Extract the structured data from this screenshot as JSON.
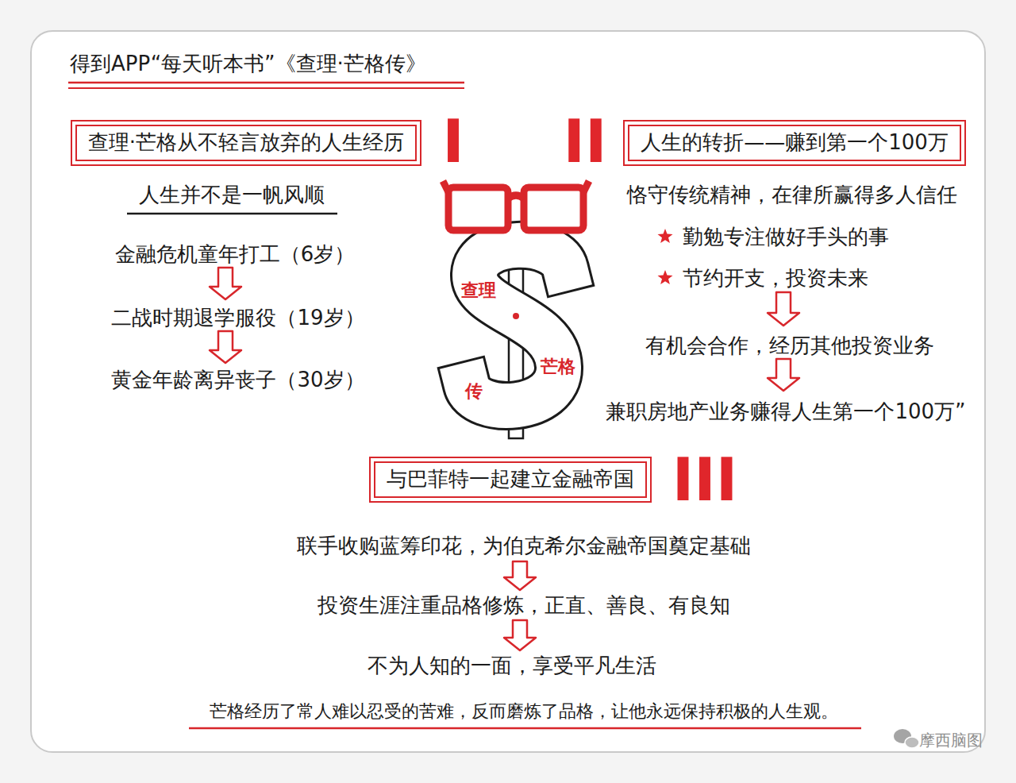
{
  "diagram": {
    "title": "得到APP“每天听本书”《查理·芒格传》",
    "nodes": [
      {
        "text": [
          "查理·芒格从不轻言放弃的人生经历"
        ]
      },
      {
        "text": [
          "人生的转折——赚到第一个100万"
        ]
      },
      {
        "text": [
          "与巴菲特一起建立金融帝国"
        ]
      }
    ],
    "labels": [
      "I",
      "II",
      "人生并不是一帆风顺",
      "金融危机童年打工（6岁）",
      "二战时期退学服役（19岁）",
      "黄金年龄离异丧子（30岁）",
      "查理",
      "芒格",
      "传",
      "恪守传统精神，在律所赢得多人信任",
      "勤勉专注做好手头的事",
      "节约开支，投资未来",
      "有机会合作，经历其他投资业务",
      "兼职房地产业务赚得人生第一个100万”",
      "III",
      "联手收购蓝筹印花，为伯克希尔金融帝国奠定基础",
      "投资生涯注重品格修炼，正直、善良、有良知",
      "不为人知的一面，享受平凡生活",
      "芒格经历了常人难以忍受的苦难，反而磨炼了品格，让他永远保持积极的人生观。",
      "摩西脑图"
    ]
  }
}
